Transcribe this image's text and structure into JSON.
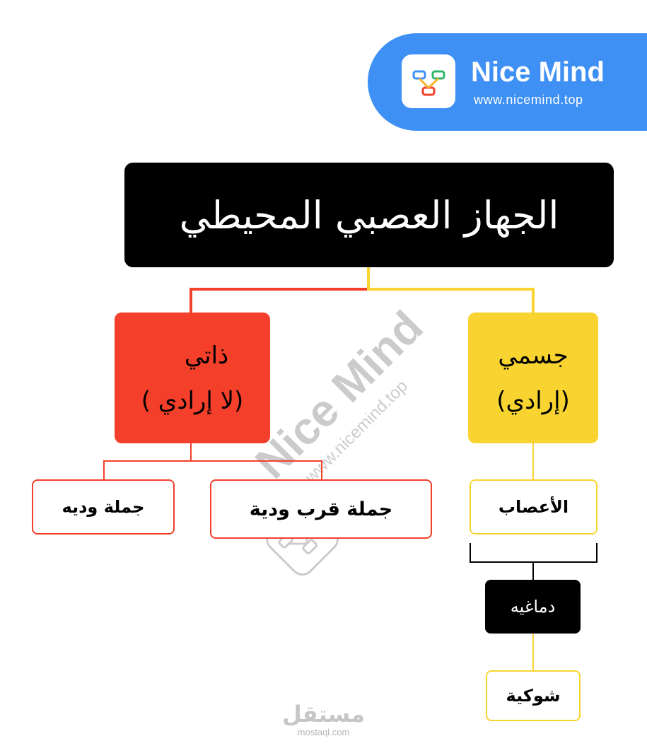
{
  "brand": {
    "name": "Nice Mind",
    "url": "www.nicemind.top",
    "icon": "mind-map-icon",
    "color": "#3e90f5"
  },
  "root": {
    "label": "الجهاز العصبي المحيطي"
  },
  "branches": {
    "voluntary": {
      "line1": "جسمي",
      "line2": "(إرادي)",
      "color": "#f9d430"
    },
    "autonomic": {
      "line1": "ذاتي",
      "line2": "(لا إرادي )",
      "color": "#f43f2a"
    }
  },
  "leaves": {
    "nerves": "الأعصاب",
    "cranial": "دماغيه",
    "spinal": "شوكية",
    "parasympathetic": "جملة قرب ودية",
    "sympathetic": "جملة وديه"
  },
  "watermark": {
    "name": "Nice Mind",
    "url": "www.nicemind.top"
  },
  "footer": {
    "arabic": "مستقل",
    "url": "mostaql.com"
  },
  "colors": {
    "root_bg": "#000000",
    "red": "#f43f2a",
    "yellow": "#f9d430"
  }
}
